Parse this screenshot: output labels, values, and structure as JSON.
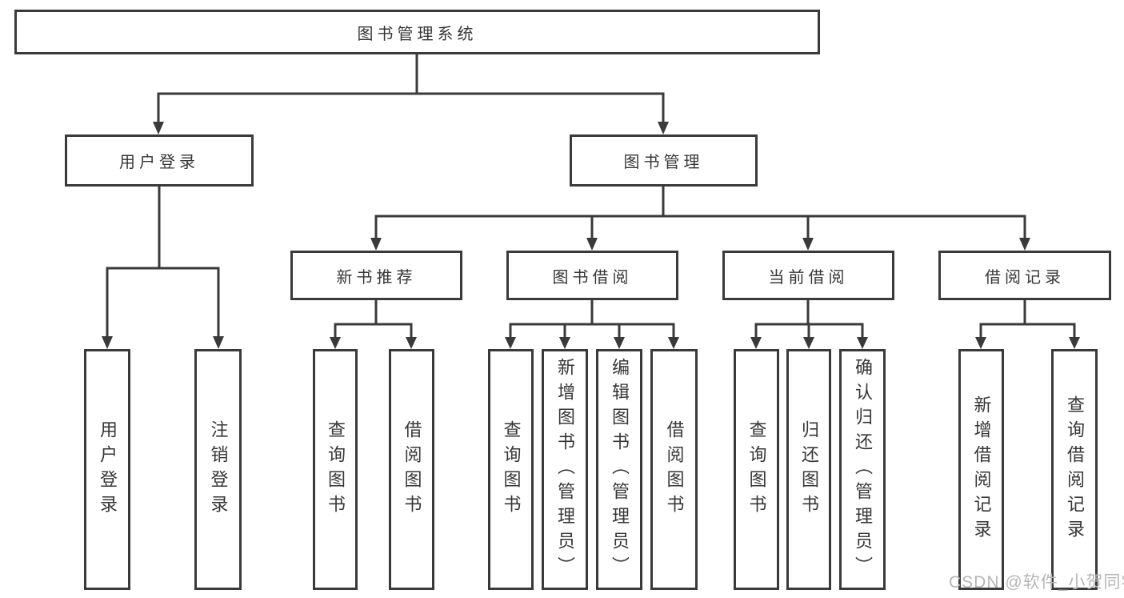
{
  "tree": {
    "root": {
      "label": "图书管理系统"
    },
    "branches": [
      {
        "label": "用户登录",
        "children": [
          {
            "label": "用户登录"
          },
          {
            "label": "注销登录"
          }
        ]
      },
      {
        "label": "图书管理",
        "children": [
          {
            "label": "新书推荐",
            "children": [
              {
                "label": "查询图书"
              },
              {
                "label": "借阅图书"
              }
            ]
          },
          {
            "label": "图书借阅",
            "children": [
              {
                "label": "查询图书"
              },
              {
                "label": "新增图书（管理员）"
              },
              {
                "label": "编辑图书（管理员）"
              },
              {
                "label": "借阅图书"
              }
            ]
          },
          {
            "label": "当前借阅",
            "children": [
              {
                "label": "查询图书"
              },
              {
                "label": "归还图书"
              },
              {
                "label": "确认归还（管理员）"
              }
            ]
          },
          {
            "label": "借阅记录",
            "children": [
              {
                "label": "新增借阅记录"
              },
              {
                "label": "查询借阅记录"
              }
            ]
          }
        ]
      }
    ]
  },
  "watermark": {
    "text": "CSDN @软件_小贺同学"
  },
  "colors": {
    "line": "#3a3a3a",
    "text": "#363636",
    "watermark": "#b6b6b6",
    "background": "#ffffff"
  }
}
